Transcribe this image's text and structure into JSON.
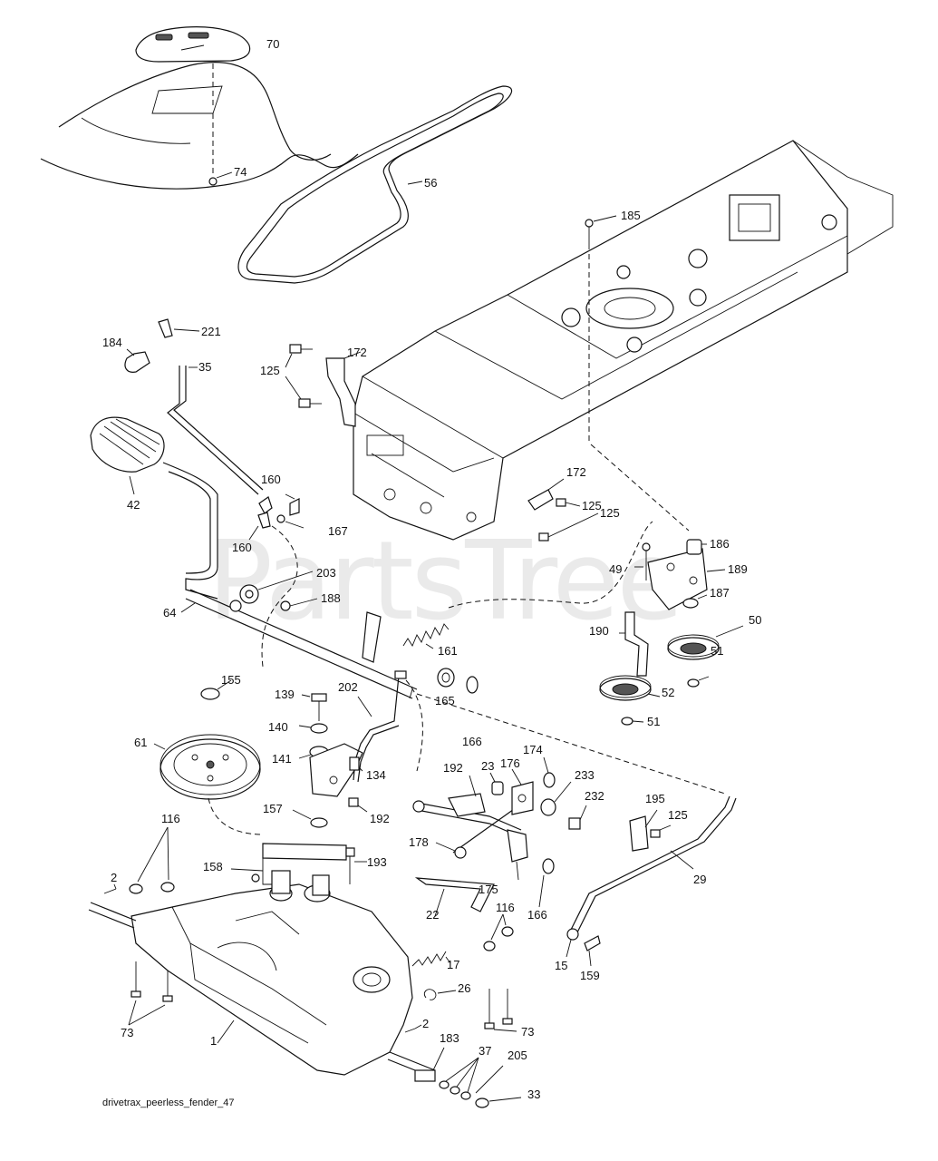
{
  "watermark": "PartsTree",
  "caption": "drivetrax_peerless_fender_47",
  "callouts": [
    {
      "id": "70"
    },
    {
      "id": "74"
    },
    {
      "id": "56"
    },
    {
      "id": "185"
    },
    {
      "id": "221"
    },
    {
      "id": "184"
    },
    {
      "id": "35"
    },
    {
      "id": "125"
    },
    {
      "id": "172"
    },
    {
      "id": "42"
    },
    {
      "id": "160"
    },
    {
      "id": "160"
    },
    {
      "id": "167"
    },
    {
      "id": "172"
    },
    {
      "id": "125"
    },
    {
      "id": "125"
    },
    {
      "id": "186"
    },
    {
      "id": "49"
    },
    {
      "id": "189"
    },
    {
      "id": "203"
    },
    {
      "id": "188"
    },
    {
      "id": "64"
    },
    {
      "id": "187"
    },
    {
      "id": "50"
    },
    {
      "id": "190"
    },
    {
      "id": "161"
    },
    {
      "id": "51"
    },
    {
      "id": "52"
    },
    {
      "id": "51"
    },
    {
      "id": "155"
    },
    {
      "id": "139"
    },
    {
      "id": "202"
    },
    {
      "id": "140"
    },
    {
      "id": "165"
    },
    {
      "id": "166"
    },
    {
      "id": "61"
    },
    {
      "id": "141"
    },
    {
      "id": "134"
    },
    {
      "id": "174"
    },
    {
      "id": "23"
    },
    {
      "id": "176"
    },
    {
      "id": "233"
    },
    {
      "id": "192"
    },
    {
      "id": "157"
    },
    {
      "id": "192"
    },
    {
      "id": "232"
    },
    {
      "id": "195"
    },
    {
      "id": "116"
    },
    {
      "id": "125"
    },
    {
      "id": "178"
    },
    {
      "id": "158"
    },
    {
      "id": "193"
    },
    {
      "id": "2"
    },
    {
      "id": "175"
    },
    {
      "id": "29"
    },
    {
      "id": "22"
    },
    {
      "id": "166"
    },
    {
      "id": "116"
    },
    {
      "id": "17"
    },
    {
      "id": "15"
    },
    {
      "id": "159"
    },
    {
      "id": "26"
    },
    {
      "id": "73"
    },
    {
      "id": "2"
    },
    {
      "id": "73"
    },
    {
      "id": "1"
    },
    {
      "id": "183"
    },
    {
      "id": "37"
    },
    {
      "id": "205"
    },
    {
      "id": "33"
    }
  ]
}
